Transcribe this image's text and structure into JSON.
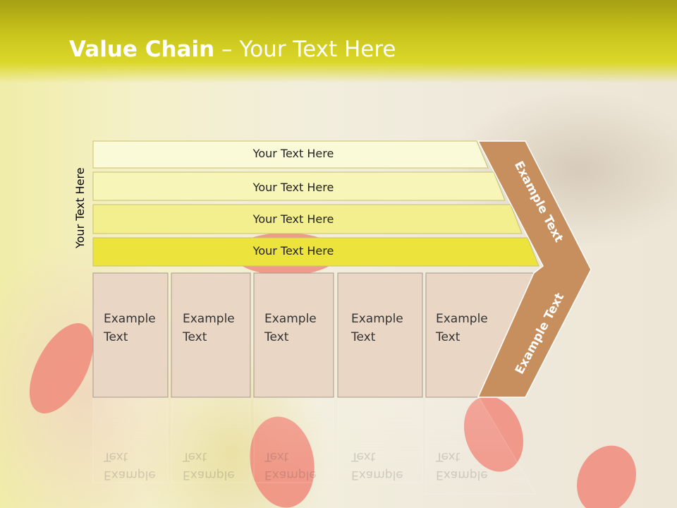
{
  "title": {
    "bold": "Value Chain",
    "rest": " – Your Text Here"
  },
  "side_label": "Your Text Here",
  "bars": [
    "Your Text Here",
    "Your Text Here",
    "Your Text Here",
    "Your Text Here"
  ],
  "columns": [
    {
      "line1": "Example",
      "line2": "Text"
    },
    {
      "line1": "Example",
      "line2": "Text"
    },
    {
      "line1": "Example",
      "line2": "Text"
    },
    {
      "line1": "Example",
      "line2": "Text"
    },
    {
      "line1": "Example",
      "line2": "Text"
    }
  ],
  "arrow_upper": "Example Text",
  "arrow_lower": "Example Text",
  "colors": {
    "header": "#d4d024",
    "bar_fills": [
      "#fbfad8",
      "#f8f5b8",
      "#f3ef8e",
      "#ece43c"
    ],
    "column_fill": "#ead6c4",
    "arrow_fill": "#c88f5e"
  }
}
